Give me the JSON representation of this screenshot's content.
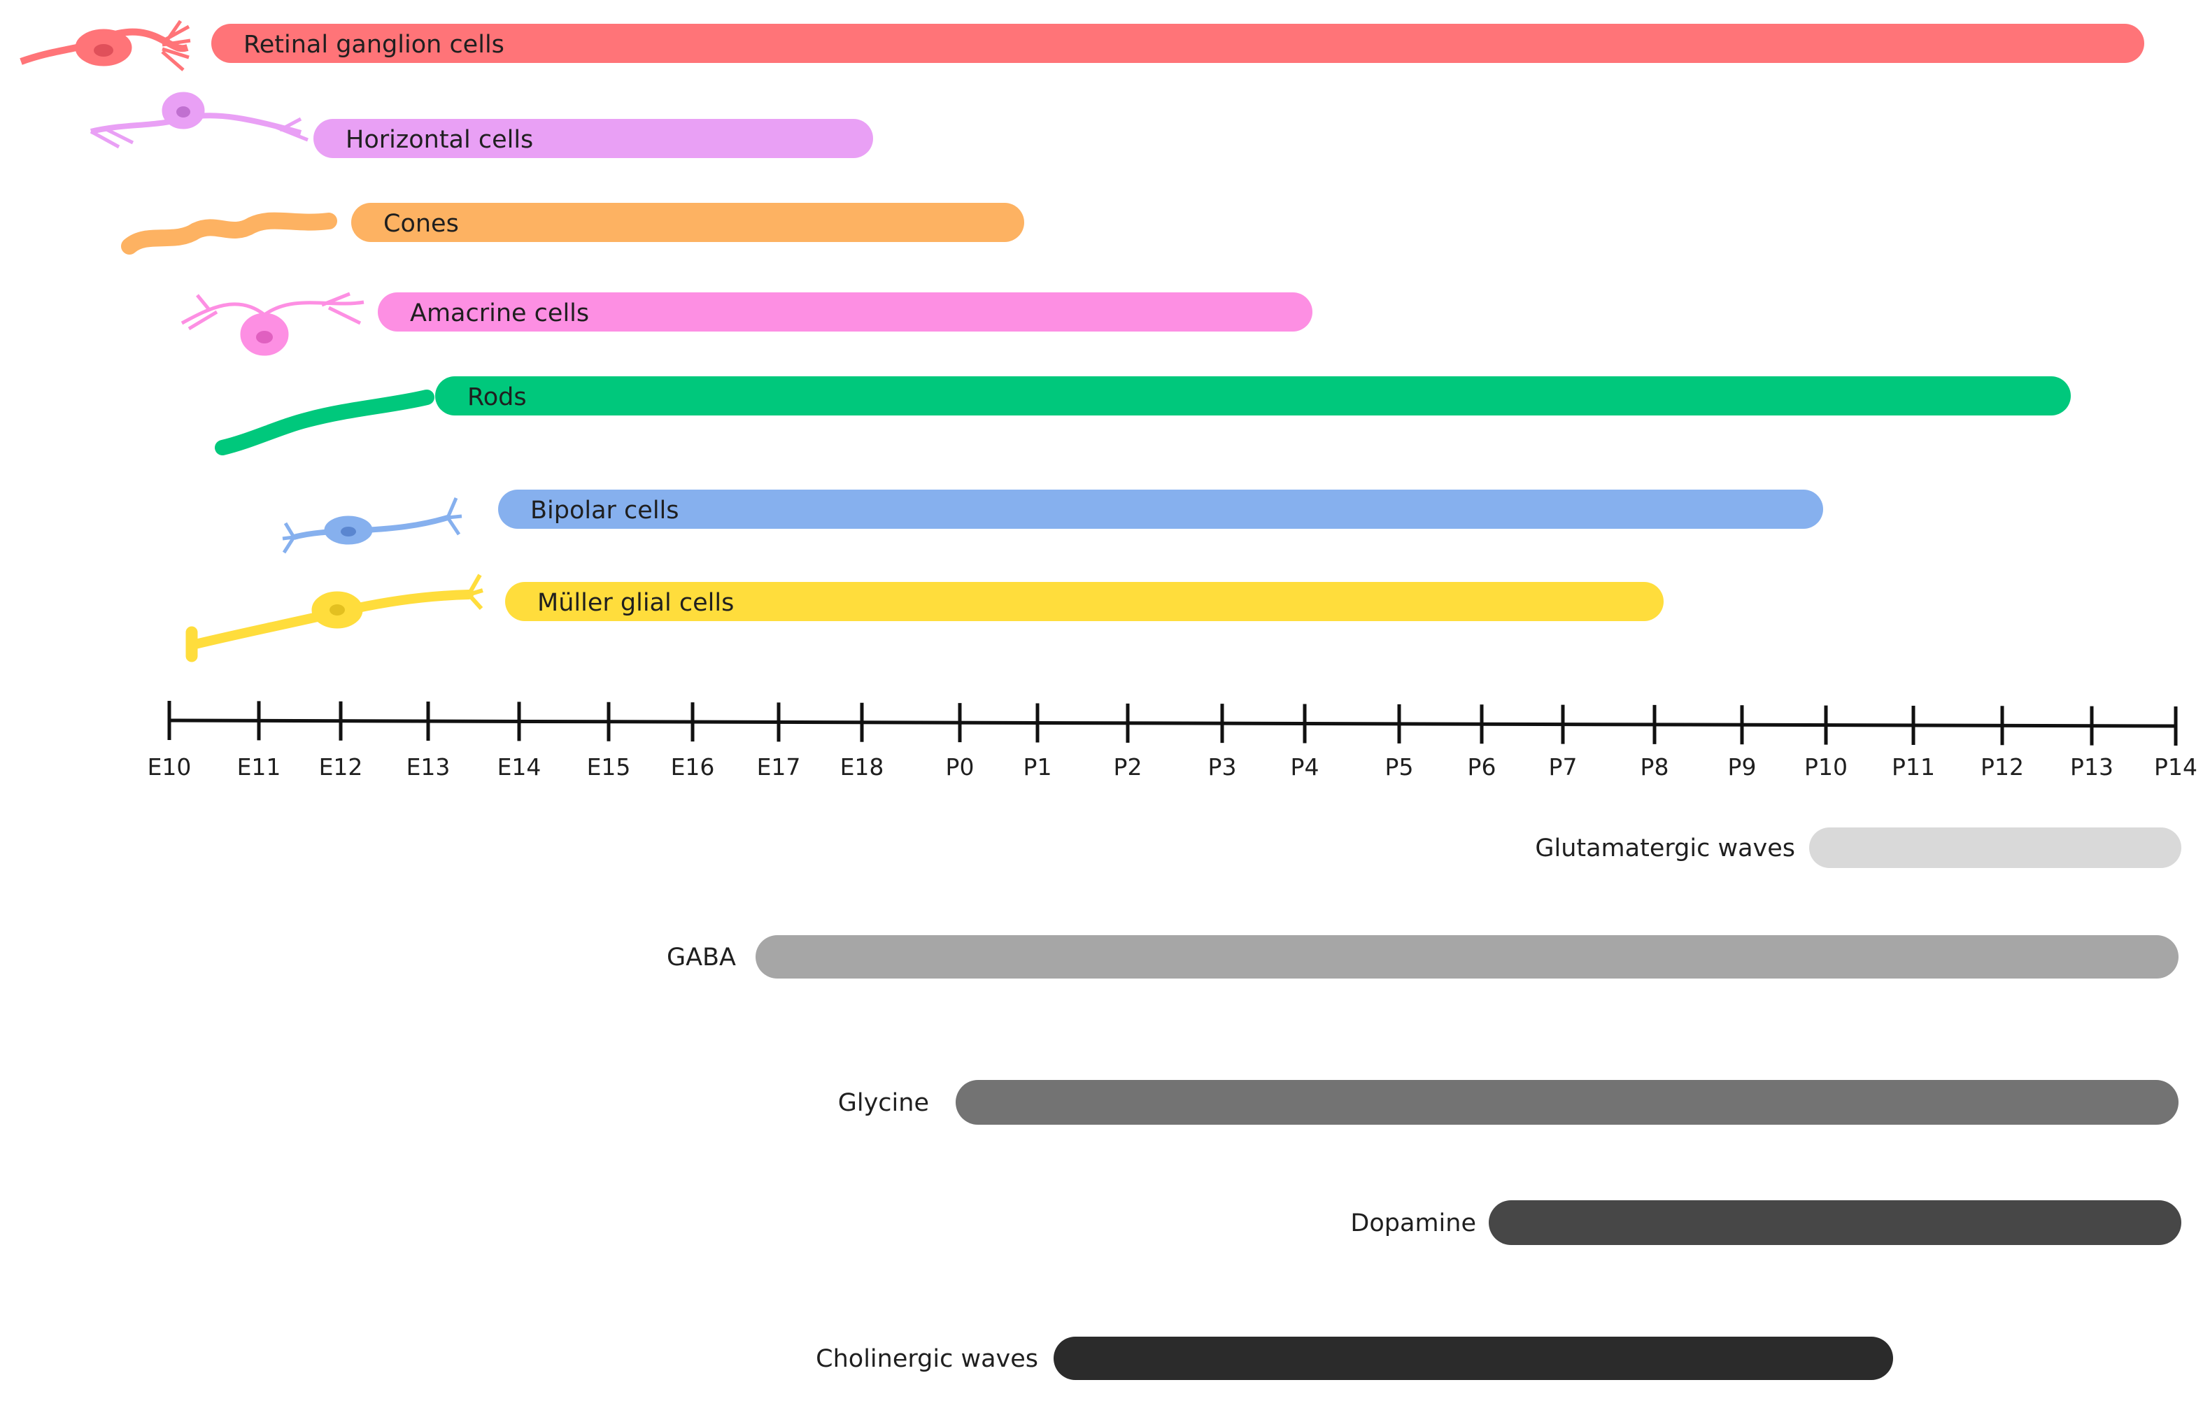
{
  "cell_types": [
    {
      "label": "Retinal ganglion cells",
      "start": "E11",
      "end": "P13",
      "color": "#FF7478",
      "icon": "ganglion-neuron-icon"
    },
    {
      "label": "Horizontal cells",
      "start": "E12",
      "end": "E18",
      "color": "#E9A0F5",
      "icon": "horizontal-cell-icon"
    },
    {
      "label": "Cones",
      "start": "E12",
      "end": "P1",
      "color": "#FDB262",
      "icon": "cone-cell-icon"
    },
    {
      "label": "Amacrine cells",
      "start": "E12",
      "end": "P4",
      "color": "#FD8FE3",
      "icon": "amacrine-cell-icon"
    },
    {
      "label": "Rods",
      "start": "E13",
      "end": "P13",
      "color": "#00C87C",
      "icon": "rod-cell-icon"
    },
    {
      "label": "Bipolar cells",
      "start": "E14",
      "end": "P10",
      "color": "#86B0EE",
      "icon": "bipolar-cell-icon"
    },
    {
      "label": "Müller glial cells",
      "start": "E14",
      "end": "P8",
      "color": "#FFDD3C",
      "icon": "muller-glia-icon"
    }
  ],
  "axis": {
    "ticks": [
      "E10",
      "E11",
      "E12",
      "E13",
      "E14",
      "E15",
      "E16",
      "E17",
      "E18",
      "P0",
      "P1",
      "P2",
      "P3",
      "P4",
      "P5",
      "P6",
      "P7",
      "P8",
      "P9",
      "P10",
      "P11",
      "P12",
      "P13",
      "P14"
    ]
  },
  "signaling": [
    {
      "label": "Glutamatergic waves",
      "start": "P10",
      "end": "P14",
      "color": "#D9D9D9"
    },
    {
      "label": "GABA",
      "start": "E17",
      "end": "P14",
      "color": "#A6A6A6"
    },
    {
      "label": "Glycine",
      "start": "P0",
      "end": "P14",
      "color": "#737373"
    },
    {
      "label": "Dopamine",
      "start": "P6",
      "end": "P14",
      "color": "#474747"
    },
    {
      "label": "Cholinergic waves",
      "start": "P1",
      "end": "P10",
      "color": "#2B2B2B"
    }
  ],
  "colors": {
    "axis": "#111111",
    "label_text": "#1f1f1f"
  }
}
